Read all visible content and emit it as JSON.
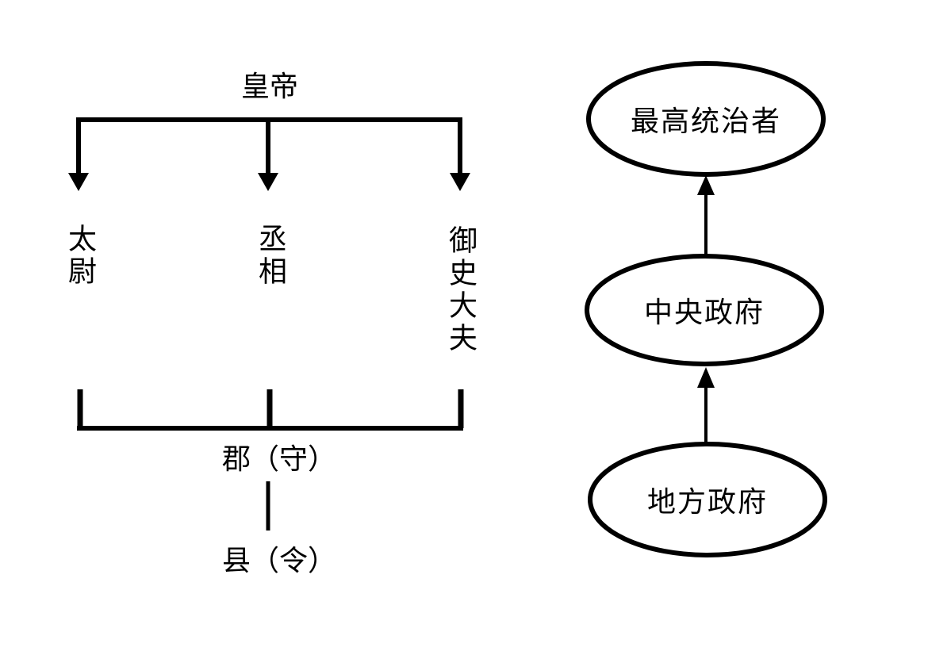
{
  "page": {
    "background": "#ffffff",
    "line_color": "#000000"
  },
  "left_chart": {
    "title_node": "皇帝",
    "officials": [
      "太尉",
      "丞相",
      "御史大夫"
    ],
    "regional": [
      "郡（守）",
      "县（令）"
    ]
  },
  "right_chart": {
    "levels": [
      "最高统治者",
      "中央政府",
      "地方政府"
    ]
  }
}
